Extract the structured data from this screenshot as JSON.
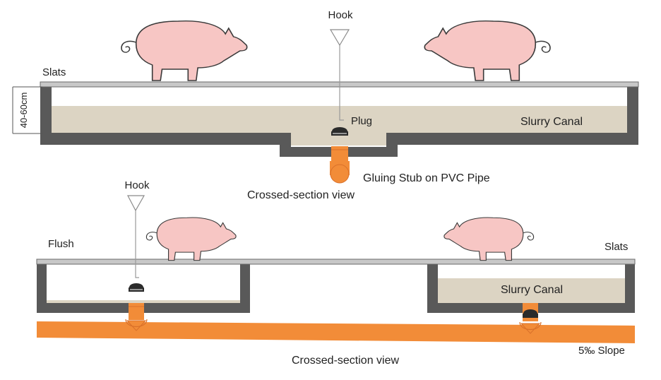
{
  "top_view": {
    "hook_label": "Hook",
    "slats_label": "Slats",
    "depth_label": "40-60cm",
    "plug_label": "Plug",
    "canal_label": "Slurry Canal",
    "stub_label": "Gluing Stub on PVC Pipe",
    "caption": "Crossed-section view"
  },
  "bottom_view": {
    "hook_label": "Hook",
    "flush_label": "Flush",
    "slats_label": "Slats",
    "canal_label": "Slurry Canal",
    "slope_label": "5‰ Slope",
    "caption": "Crossed-section view"
  },
  "colors": {
    "slat": "#c8c8c8",
    "wall": "#595959",
    "slurry": "#dcd4c3",
    "pipe": "#f28c38",
    "pipe_dark": "#d9702a",
    "pig_fill": "#f7c6c4",
    "pig_stroke": "#3a3a3a",
    "plug": "#2b2b2b",
    "hook_line": "#9a9a9a"
  }
}
